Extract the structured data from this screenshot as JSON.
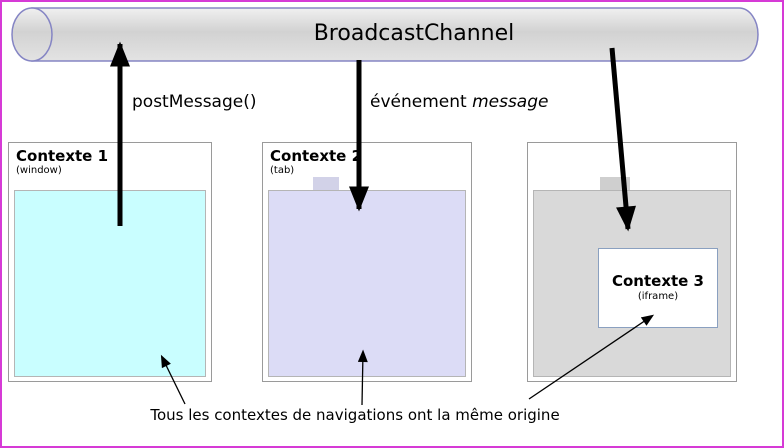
{
  "channel": {
    "title": "BroadcastChannel"
  },
  "labels": {
    "post_message": "postMessage()",
    "event_prefix": "événement",
    "event_word": "message"
  },
  "contexts": [
    {
      "title": "Contexte 1",
      "subtitle": "(window)",
      "fill": "#c9feff"
    },
    {
      "title": "Contexte 2",
      "subtitle": "(tab)",
      "fill": "#dcdcf6"
    },
    {
      "title": "Contexte 3",
      "subtitle": "(iframe)",
      "fill": "#ffffff"
    }
  ],
  "footer": "Tous les contextes de navigations ont la même origine",
  "colors": {
    "context3_area": "#d9d9d9",
    "cylinder_fill": "#d6d6d6",
    "cylinder_stroke": "#8585c4",
    "arrow": "#000000",
    "frame_border": "#d63ad6"
  }
}
